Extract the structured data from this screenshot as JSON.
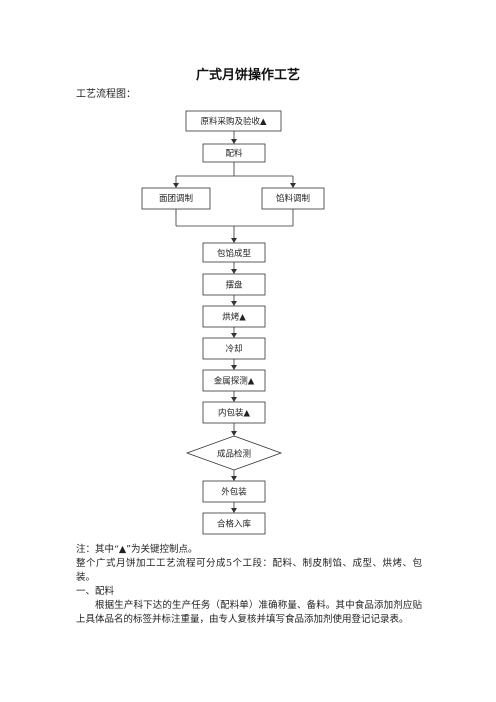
{
  "document": {
    "title": "广式月饼操作工艺",
    "subtitle": "工艺流程图："
  },
  "flowchart": {
    "steps": {
      "procure": "原料采购及验收▲",
      "batch": "配料",
      "dough": "面团调制",
      "filling": "馅料调制",
      "wrap": "包馅成型",
      "tray": "摆盘",
      "bake": "烘烤▲",
      "cool": "冷却",
      "metal": "金属探测▲",
      "innerpack": "内包装▲",
      "inspect": "成品检测",
      "outerpack": "外包装",
      "store": "合格入库"
    }
  },
  "notes": {
    "note": "注：其中“▲”为关键控制点。",
    "summary": "整个广式月饼加工工艺流程可分成5个工段：配料、制皮制馅、成型、烘烤、包装。",
    "section1_heading": "一、配料",
    "section1_body": "根据生产科下达的生产任务（配料单）准确称量、备料。其中食品添加剂应贴上具体品名的标签并标注重量，由专人复核并填写食品添加剂使用登记记录表。"
  }
}
